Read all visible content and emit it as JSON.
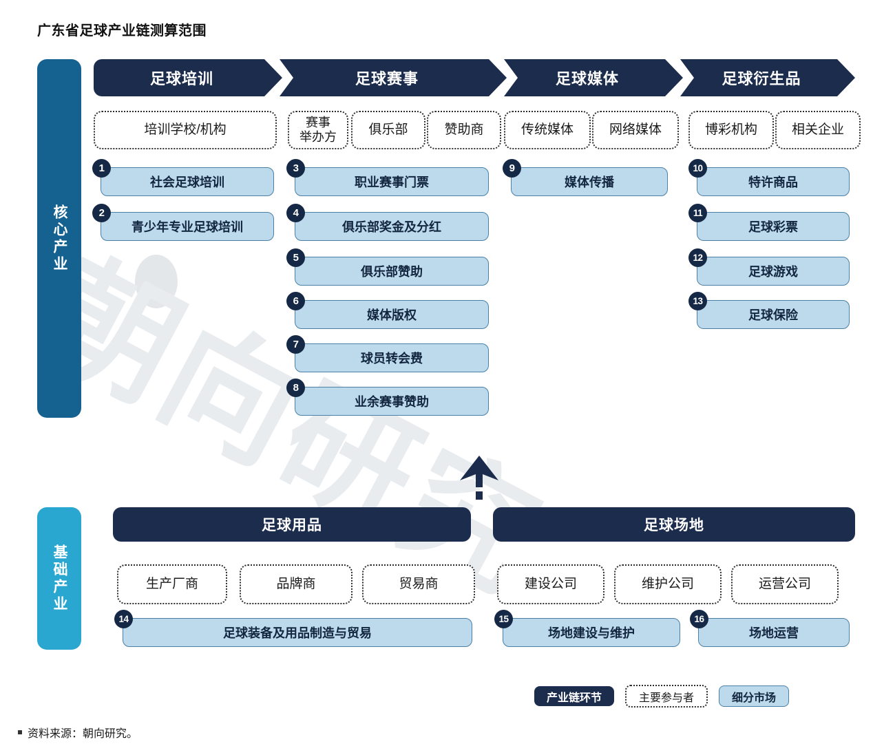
{
  "title": "广东省足球产业链测算范围",
  "watermark": {
    "text": "朝向研究"
  },
  "sidebars": [
    {
      "id": "core",
      "label": "核心产业",
      "color": "#15618f"
    },
    {
      "id": "base",
      "label": "基础产业",
      "color": "#2aa7d0"
    }
  ],
  "core_columns": [
    {
      "header": "足球培训",
      "participants": [
        {
          "label": "培训学校/机构"
        }
      ],
      "markets": [
        {
          "num": "1",
          "label": "社会足球培训"
        },
        {
          "num": "2",
          "label": "青少年专业足球培训"
        }
      ]
    },
    {
      "header": "足球赛事",
      "participants": [
        {
          "label": "赛事\n举办方"
        },
        {
          "label": "俱乐部"
        },
        {
          "label": "赞助商"
        }
      ],
      "markets": [
        {
          "num": "3",
          "label": "职业赛事门票"
        },
        {
          "num": "4",
          "label": "俱乐部奖金及分红"
        },
        {
          "num": "5",
          "label": "俱乐部赞助"
        },
        {
          "num": "6",
          "label": "媒体版权"
        },
        {
          "num": "7",
          "label": "球员转会费"
        },
        {
          "num": "8",
          "label": "业余赛事赞助"
        }
      ]
    },
    {
      "header": "足球媒体",
      "participants": [
        {
          "label": "传统媒体"
        },
        {
          "label": "网络媒体"
        }
      ],
      "markets": [
        {
          "num": "9",
          "label": "媒体传播"
        }
      ]
    },
    {
      "header": "足球衍生品",
      "participants": [
        {
          "label": "博彩机构"
        },
        {
          "label": "相关企业"
        }
      ],
      "markets": [
        {
          "num": "10",
          "label": "特许商品"
        },
        {
          "num": "11",
          "label": "足球彩票"
        },
        {
          "num": "12",
          "label": "足球游戏"
        },
        {
          "num": "13",
          "label": "足球保险"
        }
      ]
    }
  ],
  "base_columns": [
    {
      "header": "足球用品",
      "participants": [
        {
          "label": "生产厂商"
        },
        {
          "label": "品牌商"
        },
        {
          "label": "贸易商"
        }
      ],
      "markets": [
        {
          "num": "14",
          "label": "足球装备及用品制造与贸易"
        }
      ]
    },
    {
      "header": "足球场地",
      "participants": [
        {
          "label": "建设公司"
        },
        {
          "label": "维护公司"
        },
        {
          "label": "运营公司"
        }
      ],
      "markets": [
        {
          "num": "15",
          "label": "场地建设与维护"
        },
        {
          "num": "16",
          "label": "场地运营"
        }
      ]
    }
  ],
  "legend": [
    {
      "label": "产业链环节",
      "style": "dark"
    },
    {
      "label": "主要参与者",
      "style": "dotted"
    },
    {
      "label": "细分市场",
      "style": "blue"
    }
  ],
  "source": "资料来源：朝向研究。",
  "colors": {
    "chevron": "#1c2c4c",
    "core_sidebar": "#15618f",
    "base_sidebar": "#2aa7d0",
    "market_fill": "#bdd9ec",
    "market_border": "#4a7fa5",
    "badge": "#152846"
  }
}
